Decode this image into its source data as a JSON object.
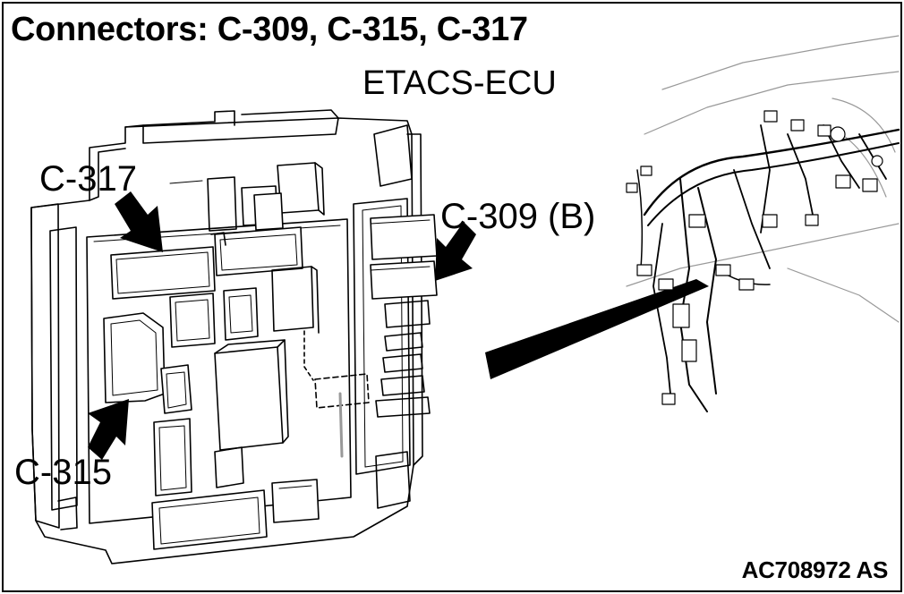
{
  "figure": {
    "title": "Connectors: C-309, C-315, C-317",
    "subtitle": "ETACS-ECU",
    "figure_id": "AC708972 AS",
    "callouts": [
      {
        "id": "c317",
        "text": "C-317"
      },
      {
        "id": "c309",
        "text": "C-309 (B)"
      },
      {
        "id": "c315",
        "text": "C-315"
      }
    ]
  }
}
